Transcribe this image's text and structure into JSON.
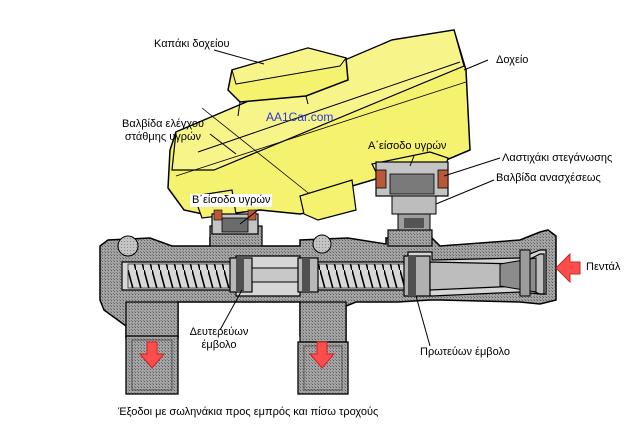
{
  "watermark": "AA1Car.com",
  "labels": {
    "reservoir_cap": "Καπάκι δοχείου",
    "reservoir": "Δοχείο",
    "level_valve_line1": "Βαλβίδα ελέγχου",
    "level_valve_line2": "στάθμης υγρών",
    "inlet_a": "Α΄είσοδο υγρών",
    "rubber_seal": "Λαστιχάκι στεγάνωσης",
    "check_valve": "Βαλβίδα ανασχέσεως",
    "inlet_b": "Β΄είσοδο υγρών",
    "pedal": "Πεντάλ",
    "secondary_piston_line1": "Δευτερεύων",
    "secondary_piston_line2": "έμβολο",
    "primary_piston": "Πρωτεύων έμβολο",
    "outlets": "Έξοδοι με σωληνάκια προς εμπρός και πίσω τροχούς"
  },
  "colors": {
    "reservoir_fill": "#f4f26e",
    "body_fill": "#9a9a9a",
    "body_dark": "#6d6d6d",
    "bore_fill": "#d2d2d2",
    "arrow_red": "#ff4c4c",
    "watermark_blue": "#2a39d6"
  }
}
